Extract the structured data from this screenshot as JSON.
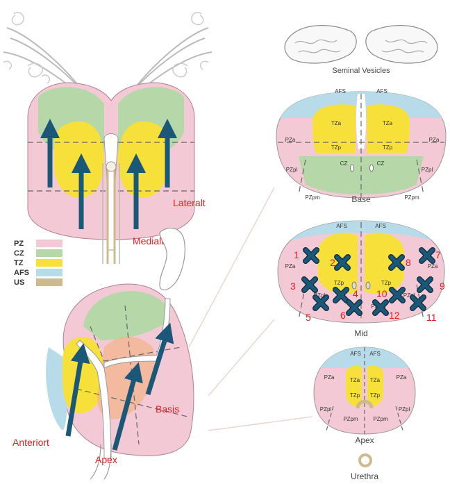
{
  "colors": {
    "PZ": "#f3c9d6",
    "CZ": "#b6d7a8",
    "TZ": "#f7e03a",
    "AFS": "#b7dbe8",
    "US": "#cdbb8f",
    "arrow": "#1b5777",
    "label_red": "#e02020"
  },
  "legend": [
    {
      "code": "PZ",
      "color": "#f3c9d6"
    },
    {
      "code": "CZ",
      "color": "#b6d7a8"
    },
    {
      "code": "TZ",
      "color": "#f7e03a"
    },
    {
      "code": "AFS",
      "color": "#b7dbe8"
    },
    {
      "code": "US",
      "color": "#cdbb8f"
    }
  ],
  "left_labels": {
    "lateral": "Lateralt",
    "medial": "Medialt",
    "anterior": "Anteriort",
    "apex": "Apex",
    "basis": "Basis"
  },
  "section_titles": {
    "seminal": "Seminal Vesicles",
    "base": "Base",
    "mid": "Mid",
    "apex": "Apex",
    "urethra": "Urethra"
  },
  "zone_labels": {
    "base": [
      "AFS",
      "AFS",
      "TZa",
      "TZa",
      "TZp",
      "TZp",
      "PZa",
      "PZa",
      "PZpl",
      "PZpl",
      "CZ",
      "CZ",
      "PZpm",
      "PZpm"
    ],
    "mid": [
      "AFS",
      "AFS",
      "PZa",
      "PZa",
      "TZp",
      "TZp",
      "PZpl",
      "PZpl",
      "PZpm"
    ],
    "apex": [
      "AFS",
      "AFS",
      "PZa",
      "PZa",
      "TZa",
      "TZa",
      "TZp",
      "TZp",
      "PZpl",
      "PZpl",
      "PZpm",
      "PZpm"
    ]
  },
  "biopsy_numbers": [
    "1",
    "2",
    "3",
    "4",
    "5",
    "6",
    "7",
    "8",
    "9",
    "10",
    "11",
    "12"
  ]
}
